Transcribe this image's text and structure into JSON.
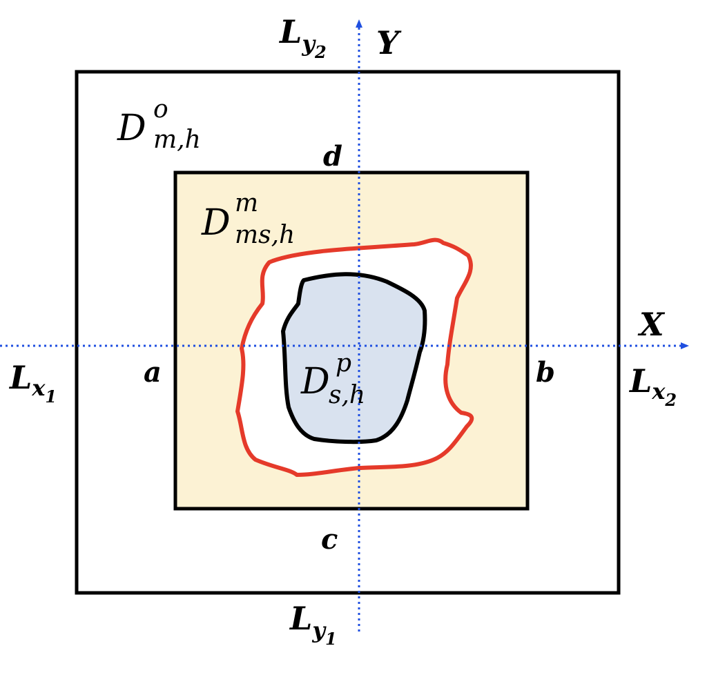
{
  "colors": {
    "axis": "#1f4fe0",
    "box_stroke": "#000000",
    "inner_fill": "#fcf2d4",
    "boundary_red": "#e53a2a",
    "core_fill": "#d9e2ef",
    "background": "#ffffff"
  },
  "axes": {
    "x_label": "X",
    "y_label": "Y"
  },
  "boundary_lines": {
    "lx1": {
      "main": "L",
      "sub": "x",
      "subsub": "1"
    },
    "lx2": {
      "main": "L",
      "sub": "x",
      "subsub": "2"
    },
    "ly1": {
      "main": "L",
      "sub": "y",
      "subsub": "1"
    },
    "ly2": {
      "main": "L",
      "sub": "y",
      "subsub": "2"
    }
  },
  "edge_labels": {
    "a": "a",
    "b": "b",
    "c": "c",
    "d": "d"
  },
  "domains": {
    "outer": {
      "main": "D",
      "sup": "o",
      "sub": "m,h"
    },
    "middle": {
      "main": "D",
      "sup": "m",
      "sub": "ms,h"
    },
    "core": {
      "main": "D",
      "sup": "p",
      "sub": "s,h"
    }
  }
}
